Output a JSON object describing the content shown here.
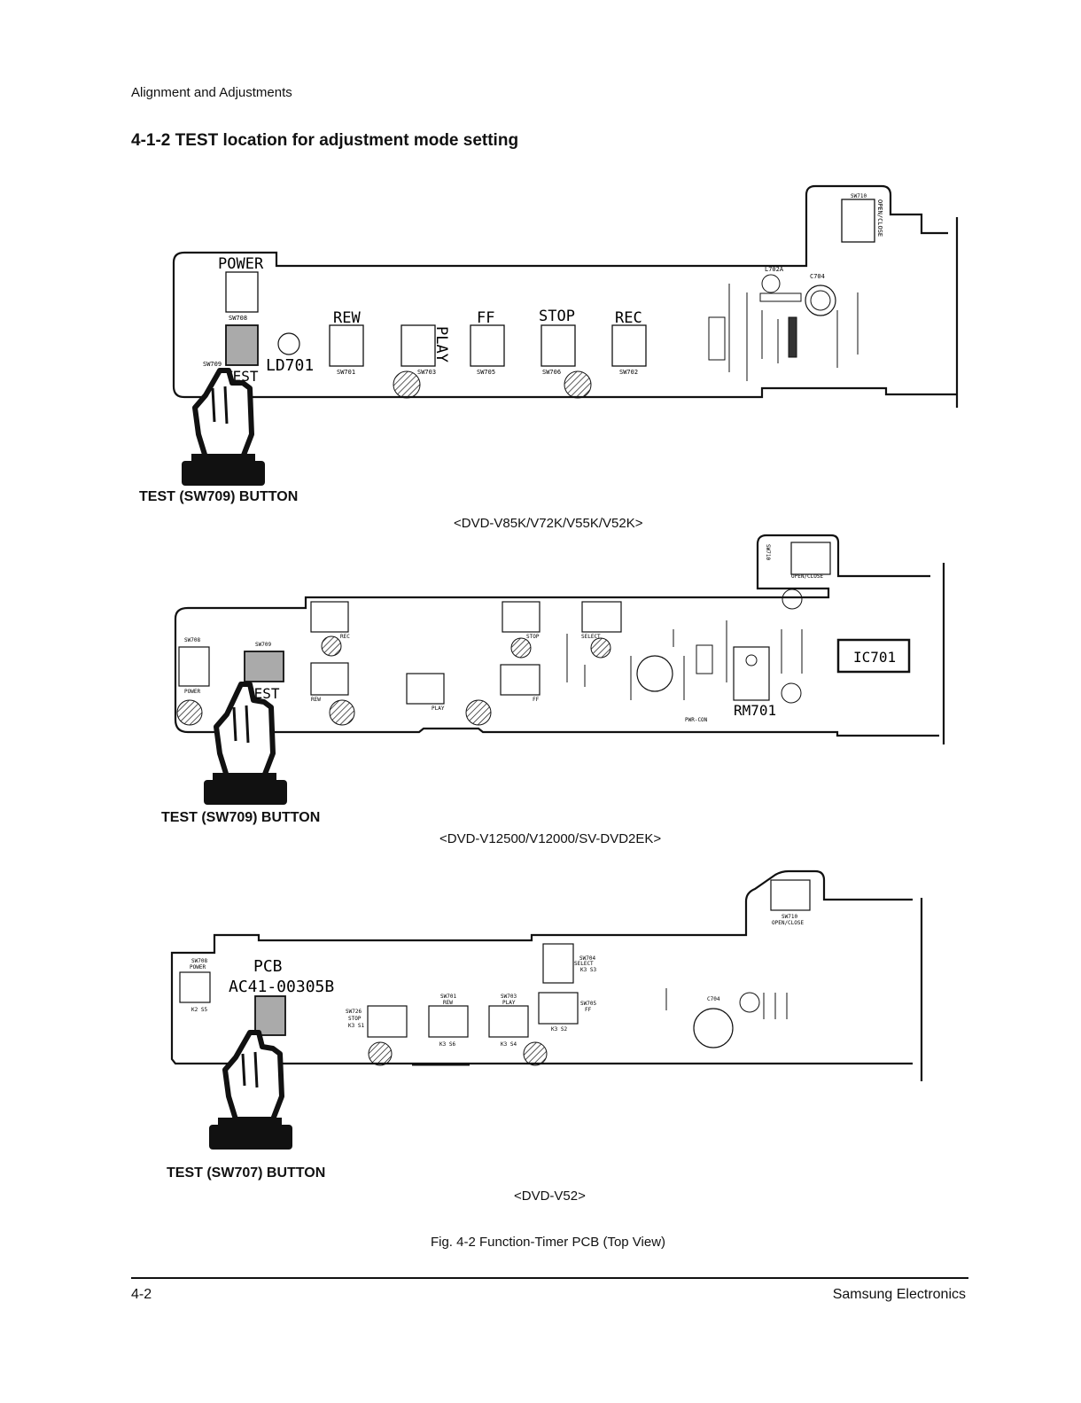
{
  "header": {
    "section": "Alignment and Adjustments"
  },
  "title": "4-1-2 TEST location for adjustment mode setting",
  "diagrams": [
    {
      "model": "<DVD-V85K/V72K/V55K/V52K>",
      "button_caption": "TEST (SW709) BUTTON",
      "labels": {
        "power": "POWER",
        "sw708": "SW708",
        "sw709": "SW709",
        "test": "TEST",
        "ld701": "LD701",
        "rew": "REW",
        "sw701": "SW701",
        "play": "PLAY",
        "sw703": "SW703",
        "ff": "FF",
        "sw705": "SW705",
        "stop": "STOP",
        "sw706": "SW706",
        "rec": "REC",
        "sw702": "SW702",
        "sw710": "SW710",
        "open_close": "OPEN/CLOSE",
        "l702a": "L702A",
        "c704": "C704"
      }
    },
    {
      "model": "<DVD-V12500/V12000/SV-DVD2EK>",
      "button_caption": "TEST (SW709) BUTTON",
      "labels": {
        "sw708": "SW708",
        "power": "POWER",
        "sw709": "SW709",
        "test": "TEST",
        "rec": "REC",
        "rew": "REW",
        "play": "PLAY",
        "stop": "STOP",
        "ff": "FF",
        "select": "SELECT",
        "sw710": "SW710",
        "open_close": "OPEN/CLOSE",
        "ic701": "IC701",
        "rm701": "RM701",
        "pwr_con": "PWR-CON"
      }
    },
    {
      "model": "<DVD-V52>",
      "button_caption": "TEST (SW707) BUTTON",
      "labels": {
        "sw708": "SW708",
        "power": "POWER",
        "k2s5": "K2 S5",
        "pcb": "PCB",
        "pcb_no": "AC41-00305B",
        "sw726": "SW726",
        "stop": "STOP",
        "k3s1": "K3 S1",
        "sw701": "SW701",
        "rew": "REW",
        "k3s6": "K3 S6",
        "sw703": "SW703",
        "play": "PLAY",
        "k3s4": "K3 S4",
        "sw704": "SW704",
        "select": "SELECT",
        "k3s3": "K3 S3",
        "sw705": "SW705",
        "ff": "FF",
        "k3s2": "K3 S2",
        "sw710": "SW710",
        "open_close": "OPEN/CLOSE",
        "c704": "C704"
      }
    }
  ],
  "figure_caption": "Fig. 4-2 Function-Timer PCB (Top View)",
  "footer": {
    "page": "4-2",
    "company": "Samsung Electronics"
  }
}
